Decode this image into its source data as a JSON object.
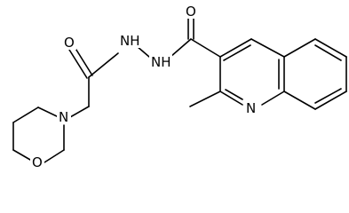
{
  "molecule": {
    "atoms": {
      "O_morph": "O",
      "N_morph": "N",
      "O_amide_left": "O",
      "NH_left": "NH",
      "NH_right": "NH",
      "O_amide_right": "O",
      "N_quinoline": "N"
    }
  },
  "colors": {
    "bond": "#000000",
    "background": "#ffffff"
  }
}
